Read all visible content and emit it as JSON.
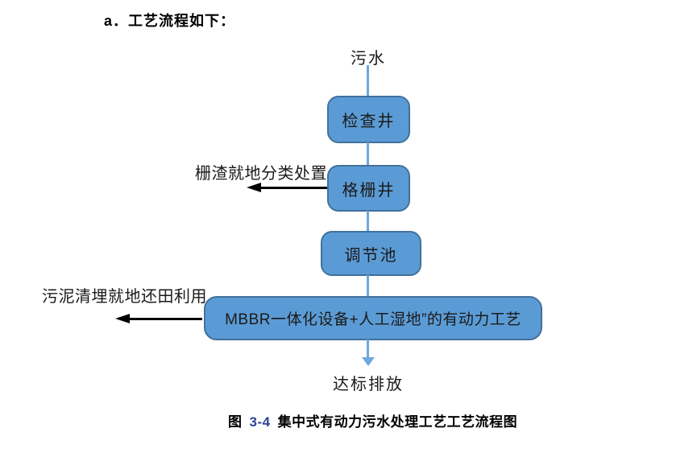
{
  "page": {
    "heading": "a．工艺流程如下：",
    "caption": {
      "prefix": "图",
      "number": "3-4",
      "title": "集中式有动力污水处理工艺工艺流程图"
    }
  },
  "flowchart": {
    "source_label": "污水",
    "sink_label": "达标排放",
    "nodes": [
      {
        "label": "检查井"
      },
      {
        "label": "格栅井"
      },
      {
        "label": "调节池"
      },
      {
        "label": "MBBR一体化设备+人工湿地”的有动力工艺"
      }
    ],
    "branches": [
      {
        "label": "栅渣就地分类处置",
        "from": "格栅井",
        "direction": "left"
      },
      {
        "label": "污泥清埋就地还田利用",
        "from": "MBBR一体化设备+人工湿地”的有动力工艺",
        "direction": "left"
      }
    ],
    "colors": {
      "node_fill": "#5b9bd5",
      "node_border": "#41719c",
      "connector": "#6fa8dc",
      "branch_arrow": "#000000",
      "caption_number": "#2e4199",
      "text": "#1a1a1a"
    }
  }
}
